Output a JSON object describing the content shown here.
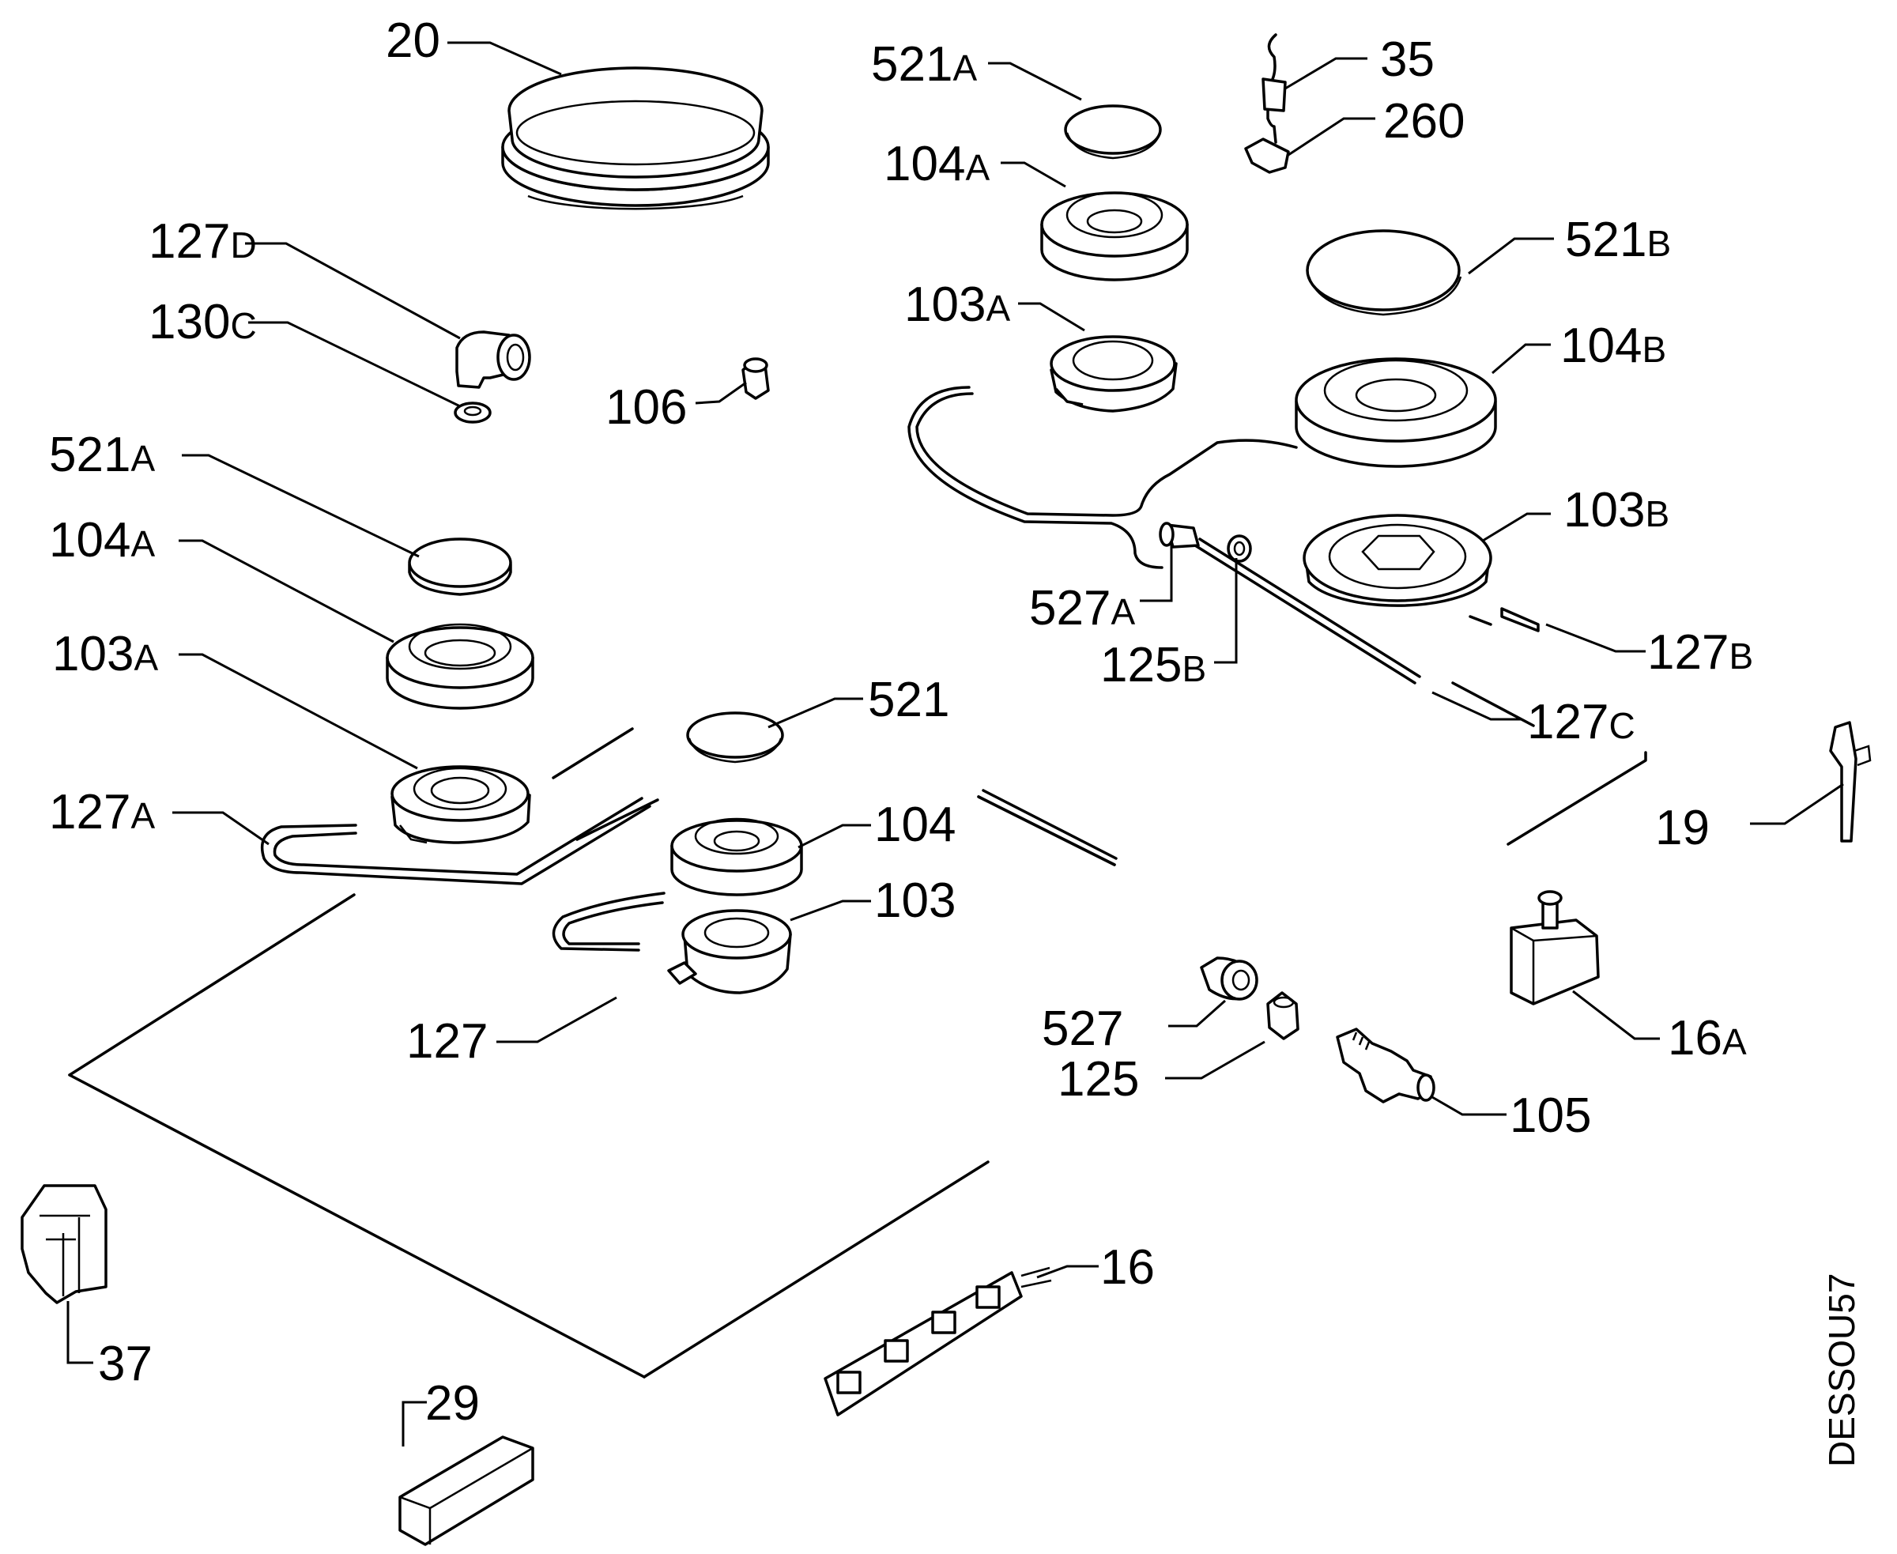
{
  "diagram_code": "DESSOU57",
  "callouts": [
    {
      "id": "20",
      "num": "20",
      "suffix": ""
    },
    {
      "id": "127D",
      "num": "127",
      "suffix": "D"
    },
    {
      "id": "130C",
      "num": "130",
      "suffix": "C"
    },
    {
      "id": "106",
      "num": "106",
      "suffix": ""
    },
    {
      "id": "521A-left",
      "num": "521",
      "suffix": "A"
    },
    {
      "id": "104A-left",
      "num": "104",
      "suffix": "A"
    },
    {
      "id": "103A-left",
      "num": "103",
      "suffix": "A"
    },
    {
      "id": "127A",
      "num": "127",
      "suffix": "A"
    },
    {
      "id": "521",
      "num": "521",
      "suffix": ""
    },
    {
      "id": "104",
      "num": "104",
      "suffix": ""
    },
    {
      "id": "103",
      "num": "103",
      "suffix": ""
    },
    {
      "id": "127",
      "num": "127",
      "suffix": ""
    },
    {
      "id": "521A-right",
      "num": "521",
      "suffix": "A"
    },
    {
      "id": "104A-right",
      "num": "104",
      "suffix": "A"
    },
    {
      "id": "103A-right",
      "num": "103",
      "suffix": "A"
    },
    {
      "id": "35",
      "num": "35",
      "suffix": ""
    },
    {
      "id": "260",
      "num": "260",
      "suffix": ""
    },
    {
      "id": "521B",
      "num": "521",
      "suffix": "B"
    },
    {
      "id": "104B",
      "num": "104",
      "suffix": "B"
    },
    {
      "id": "103B",
      "num": "103",
      "suffix": "B"
    },
    {
      "id": "527A",
      "num": "527",
      "suffix": "A"
    },
    {
      "id": "125B",
      "num": "125",
      "suffix": "B"
    },
    {
      "id": "127B",
      "num": "127",
      "suffix": "B"
    },
    {
      "id": "127C",
      "num": "127",
      "suffix": "C"
    },
    {
      "id": "19",
      "num": "19",
      "suffix": ""
    },
    {
      "id": "16A",
      "num": "16",
      "suffix": "A"
    },
    {
      "id": "527",
      "num": "527",
      "suffix": ""
    },
    {
      "id": "125",
      "num": "125",
      "suffix": ""
    },
    {
      "id": "105",
      "num": "105",
      "suffix": ""
    },
    {
      "id": "16",
      "num": "16",
      "suffix": ""
    },
    {
      "id": "37",
      "num": "37",
      "suffix": ""
    },
    {
      "id": "29",
      "num": "29",
      "suffix": ""
    }
  ]
}
